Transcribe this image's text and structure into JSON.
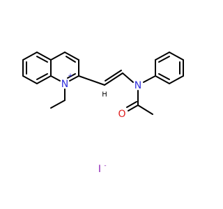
{
  "molecule": {
    "atoms": {
      "quinolinium_n": "N",
      "quinolinium_charge": "+",
      "amide_n": "N",
      "carbonyl_o": "O",
      "vinyl_h": "H",
      "counter_ion": "I",
      "counter_charge": "-"
    },
    "colors": {
      "nitrogen": "#2f2fdc",
      "oxygen": "#e01f1f",
      "iodine": "#8c1fb4",
      "bond": "#000000",
      "carbon_h": "#000000"
    }
  }
}
